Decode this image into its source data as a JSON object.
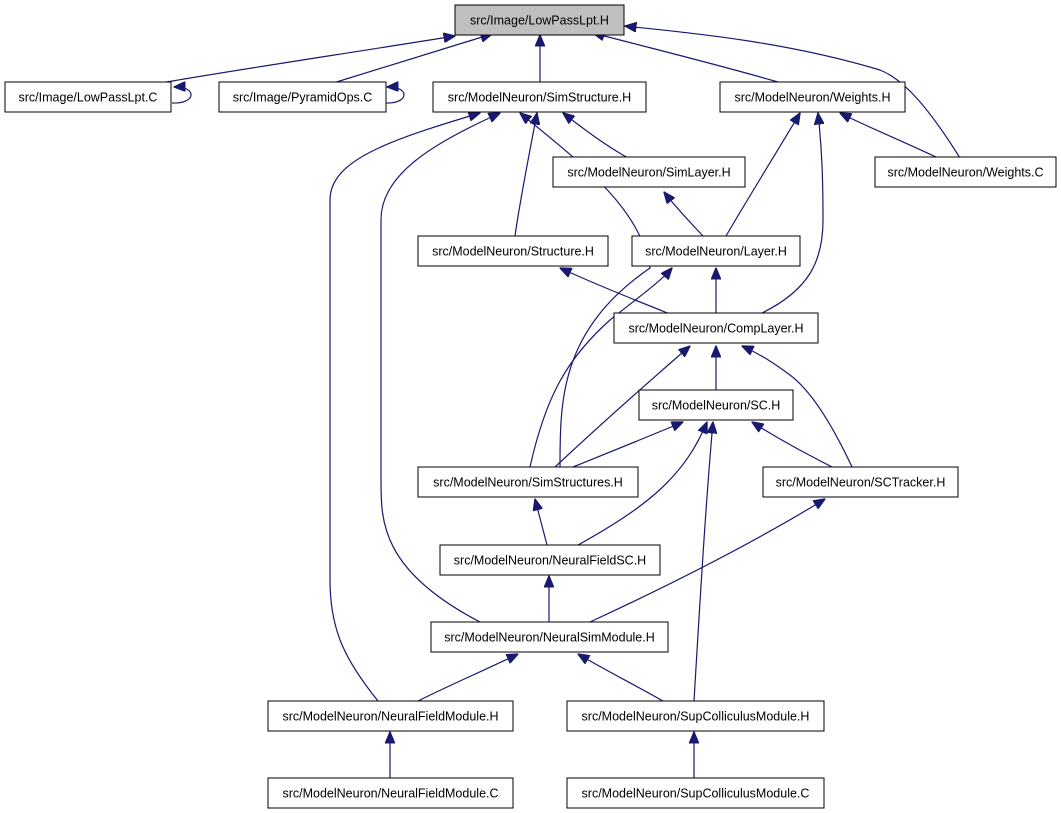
{
  "colors": {
    "edge": "#191970",
    "node_fill": "#ffffff",
    "root_fill": "#bfbfbf",
    "border": "#000000"
  },
  "nodes": [
    {
      "id": "lowpasslpt-h",
      "label": "src/Image/LowPassLpt.H",
      "root": true
    },
    {
      "id": "lowpasslpt-c",
      "label": "src/Image/LowPassLpt.C"
    },
    {
      "id": "pyramidops-c",
      "label": "src/Image/PyramidOps.C"
    },
    {
      "id": "simstructure-h",
      "label": "src/ModelNeuron/SimStructure.H"
    },
    {
      "id": "weights-h",
      "label": "src/ModelNeuron/Weights.H"
    },
    {
      "id": "simlayer-h",
      "label": "src/ModelNeuron/SimLayer.H"
    },
    {
      "id": "weights-c",
      "label": "src/ModelNeuron/Weights.C"
    },
    {
      "id": "structure-h",
      "label": "src/ModelNeuron/Structure.H"
    },
    {
      "id": "layer-h",
      "label": "src/ModelNeuron/Layer.H"
    },
    {
      "id": "complayer-h",
      "label": "src/ModelNeuron/CompLayer.H"
    },
    {
      "id": "sc-h",
      "label": "src/ModelNeuron/SC.H"
    },
    {
      "id": "simstructures-h",
      "label": "src/ModelNeuron/SimStructures.H"
    },
    {
      "id": "sctracker-h",
      "label": "src/ModelNeuron/SCTracker.H"
    },
    {
      "id": "neuralfieldsc-h",
      "label": "src/ModelNeuron/NeuralFieldSC.H"
    },
    {
      "id": "neuralsimmodule-h",
      "label": "src/ModelNeuron/NeuralSimModule.H"
    },
    {
      "id": "neuralfieldmodule-h",
      "label": "src/ModelNeuron/NeuralFieldModule.H"
    },
    {
      "id": "supcolliculusmodule-h",
      "label": "src/ModelNeuron/SupColliculusModule.H"
    },
    {
      "id": "neuralfieldmodule-c",
      "label": "src/ModelNeuron/NeuralFieldModule.C"
    },
    {
      "id": "supcolliculusmodule-c",
      "label": "src/ModelNeuron/SupColliculusModule.C"
    }
  ],
  "edges": [
    {
      "from": "lowpasslpt-c",
      "to": "lowpasslpt-h"
    },
    {
      "from": "lowpasslpt-c",
      "to": "lowpasslpt-c"
    },
    {
      "from": "pyramidops-c",
      "to": "lowpasslpt-h"
    },
    {
      "from": "pyramidops-c",
      "to": "pyramidops-c"
    },
    {
      "from": "simstructure-h",
      "to": "lowpasslpt-h"
    },
    {
      "from": "weights-h",
      "to": "lowpasslpt-h"
    },
    {
      "from": "weights-c",
      "to": "lowpasslpt-h"
    },
    {
      "from": "simlayer-h",
      "to": "simstructure-h"
    },
    {
      "from": "structure-h",
      "to": "simstructure-h"
    },
    {
      "from": "simstructures-h",
      "to": "simstructure-h"
    },
    {
      "from": "neuralsimmodule-h",
      "to": "simstructure-h"
    },
    {
      "from": "neuralfieldmodule-h",
      "to": "simstructure-h"
    },
    {
      "from": "weights-c",
      "to": "weights-h"
    },
    {
      "from": "layer-h",
      "to": "weights-h"
    },
    {
      "from": "complayer-h",
      "to": "weights-h"
    },
    {
      "from": "layer-h",
      "to": "simlayer-h"
    },
    {
      "from": "complayer-h",
      "to": "structure-h"
    },
    {
      "from": "complayer-h",
      "to": "layer-h"
    },
    {
      "from": "simstructures-h",
      "to": "layer-h"
    },
    {
      "from": "sc-h",
      "to": "complayer-h"
    },
    {
      "from": "simstructures-h",
      "to": "complayer-h"
    },
    {
      "from": "sctracker-h",
      "to": "complayer-h"
    },
    {
      "from": "simstructures-h",
      "to": "sc-h"
    },
    {
      "from": "neuralfieldsc-h",
      "to": "sc-h"
    },
    {
      "from": "sctracker-h",
      "to": "sc-h"
    },
    {
      "from": "supcolliculusmodule-h",
      "to": "sc-h"
    },
    {
      "from": "neuralfieldsc-h",
      "to": "simstructures-h"
    },
    {
      "from": "neuralsimmodule-h",
      "to": "neuralfieldsc-h"
    },
    {
      "from": "neuralsimmodule-h",
      "to": "sctracker-h"
    },
    {
      "from": "neuralfieldmodule-h",
      "to": "neuralsimmodule-h"
    },
    {
      "from": "supcolliculusmodule-h",
      "to": "neuralsimmodule-h"
    },
    {
      "from": "neuralfieldmodule-c",
      "to": "neuralfieldmodule-h"
    },
    {
      "from": "supcolliculusmodule-c",
      "to": "supcolliculusmodule-h"
    }
  ]
}
